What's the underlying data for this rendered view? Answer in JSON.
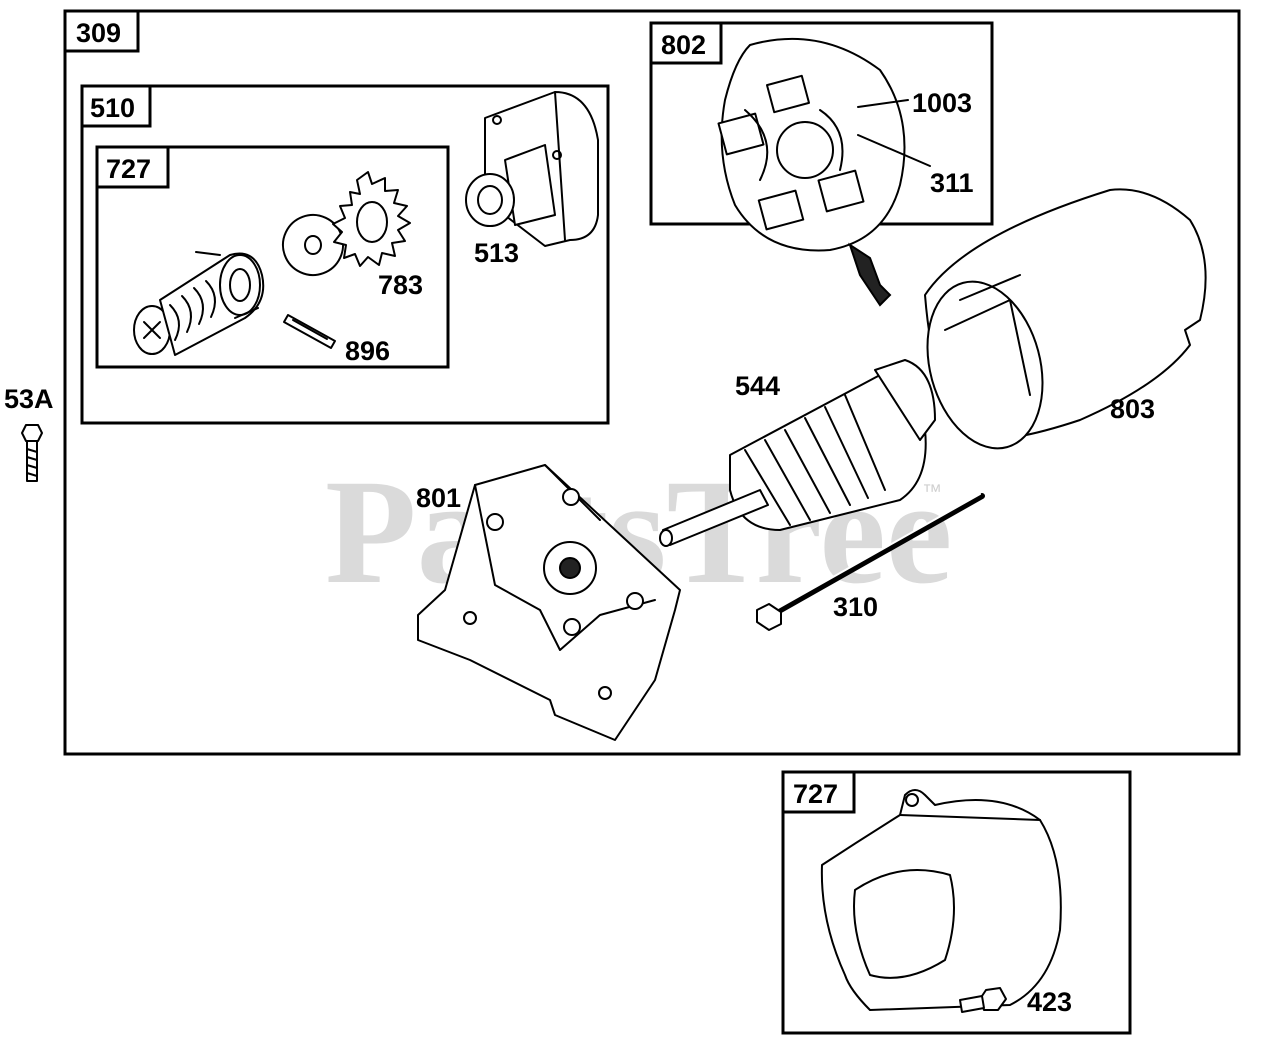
{
  "watermark": {
    "text": "PartsTree",
    "trademark": "™"
  },
  "groups": {
    "g309": "309",
    "g510": "510",
    "g727_inner": "727",
    "g802": "802",
    "g727_bottom": "727"
  },
  "parts": {
    "p53A": "53A",
    "p513": "513",
    "p783": "783",
    "p896": "896",
    "p1003": "1003",
    "p311": "311",
    "p544": "544",
    "p803": "803",
    "p801": "801",
    "p310": "310",
    "p423": "423"
  }
}
